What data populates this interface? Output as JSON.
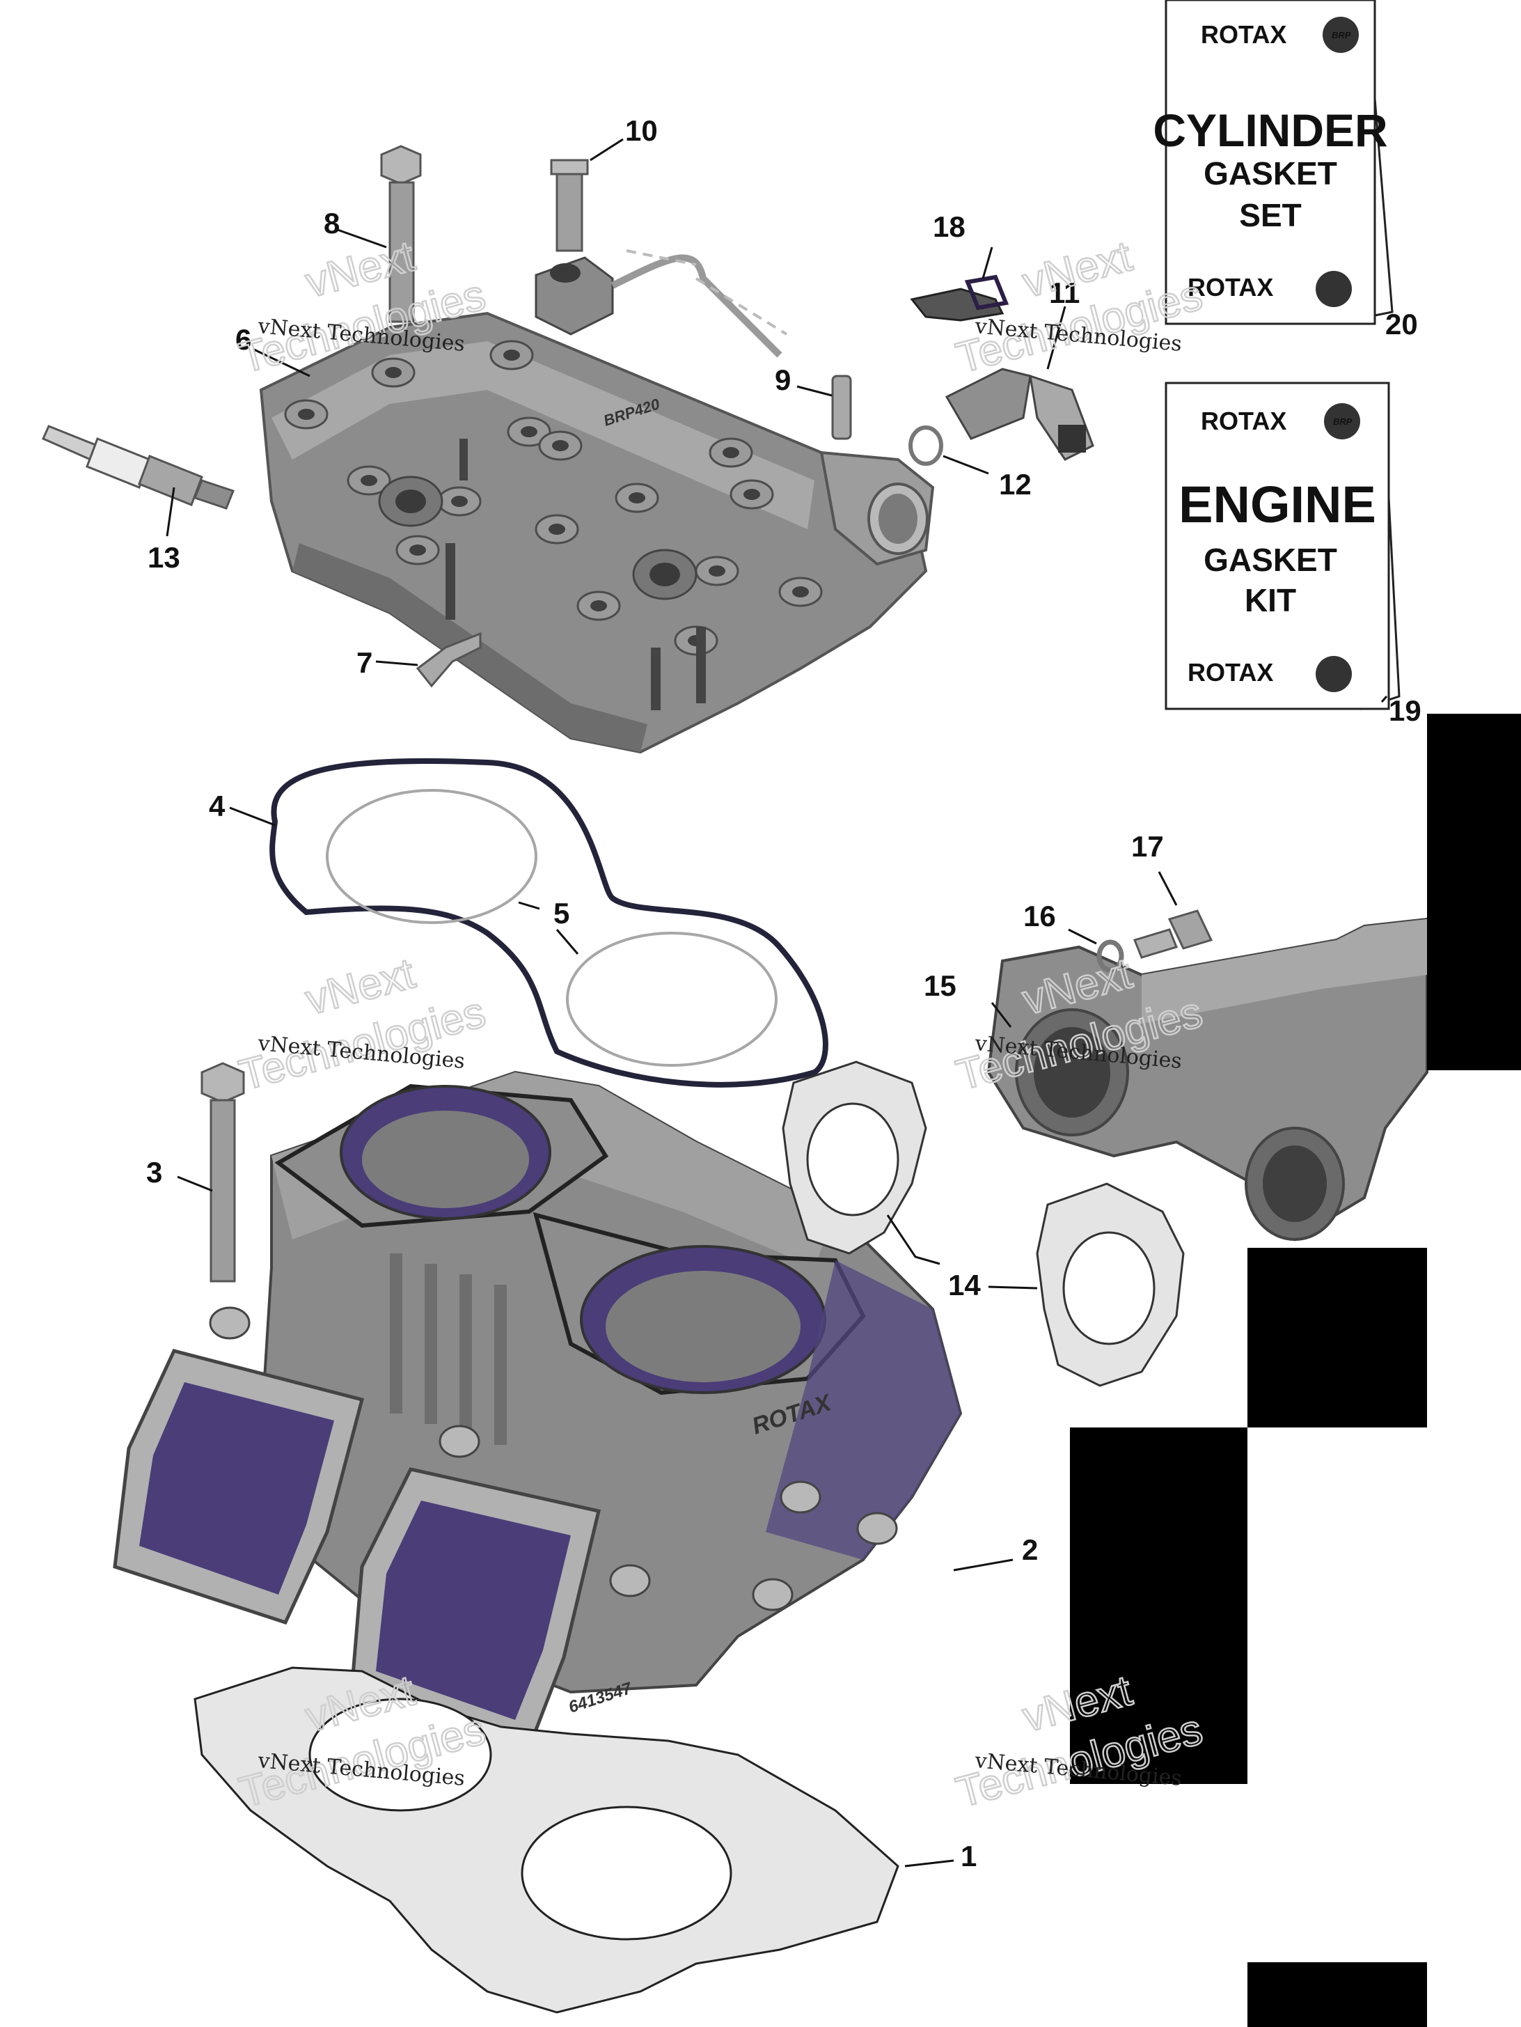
{
  "callouts": [
    "1",
    "2",
    "3",
    "4",
    "5",
    "6",
    "7",
    "8",
    "9",
    "10",
    "11",
    "12",
    "13",
    "14",
    "15",
    "16",
    "17",
    "18",
    "19",
    "20"
  ],
  "watermark": {
    "line1": "vNext Technologies",
    "big1": "vNext",
    "big2": "Technologies"
  },
  "kits": {
    "cylinder": {
      "brand_top": "ROTAX",
      "brp": "BRP",
      "line1": "CYLINDER",
      "line2": "GASKET",
      "line3": "SET",
      "brand_bottom": "ROTAX"
    },
    "engine": {
      "brand_top": "ROTAX",
      "brp": "BRP",
      "line1": "ENGINE",
      "line2": "GASKET",
      "line3": "KIT",
      "brand_bottom": "ROTAX"
    }
  },
  "castings": {
    "head_mark": "BRP420",
    "cylinder_brand": "ROTAX",
    "cylinder_part": "6413547"
  },
  "colors": {
    "metal": "#8e8e8e",
    "metal_light": "#b4b4b4",
    "metal_dark": "#5e5e5e",
    "interior": "#4a3d78",
    "gasket_fill": "#e9e9e9",
    "oring": "#1f1f2e"
  }
}
